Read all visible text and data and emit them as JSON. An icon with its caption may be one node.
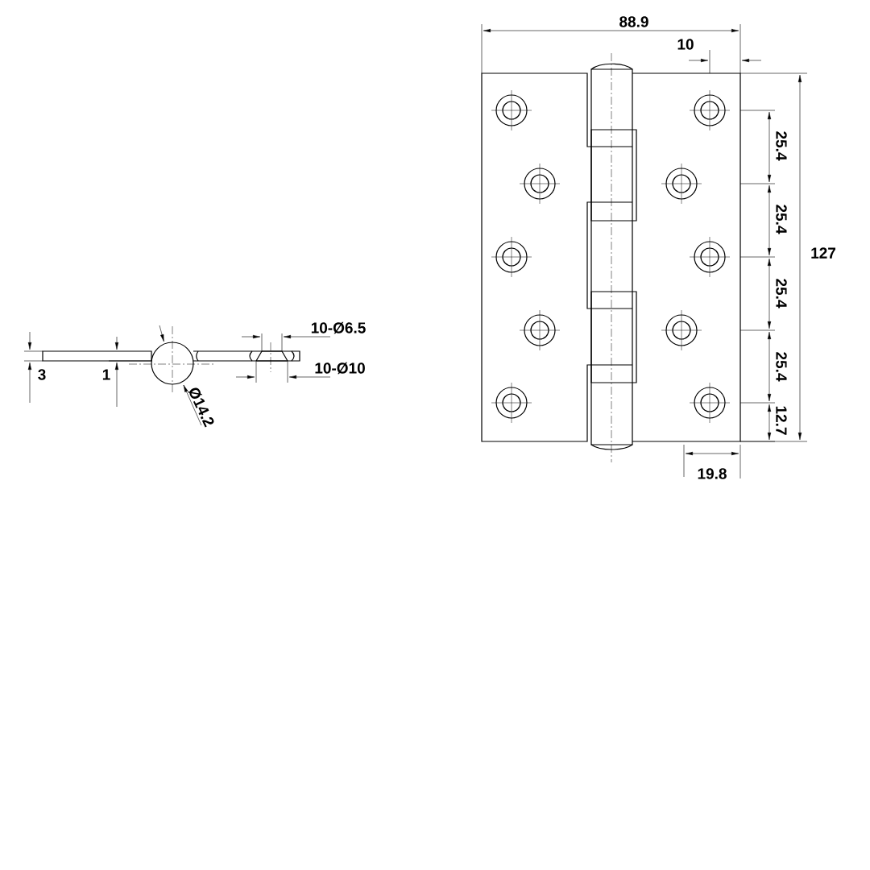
{
  "diagram": {
    "labels": [
      "88.9",
      "10",
      "25.4",
      "127",
      "25.4",
      "25.4",
      "10-Ø6.5",
      "3",
      "1",
      "10-Ø10",
      "25.4",
      "Ø14.2",
      "12.7",
      "19.8"
    ]
  }
}
